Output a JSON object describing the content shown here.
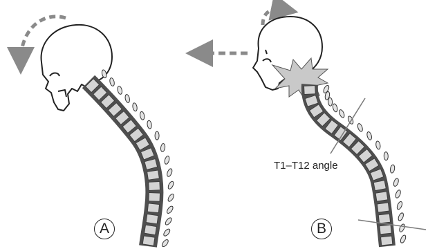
{
  "panels": [
    {
      "id": "A",
      "label": "A"
    },
    {
      "id": "B",
      "label": "B"
    }
  ],
  "annotation": {
    "angle_label": "T1–T12 angle"
  },
  "colors": {
    "outline": "#222222",
    "spine_dark": "#555555",
    "vertebra_fill": "#d4d4d4",
    "process_fill": "#e3e3e3",
    "arrow": "#8a8a8a",
    "impact_fill": "#c9c9c9",
    "angle_line": "#7d7d7d"
  },
  "icons": [
    "rotation-arrow-icon",
    "translation-arrow-icon",
    "impact-burst-icon"
  ]
}
